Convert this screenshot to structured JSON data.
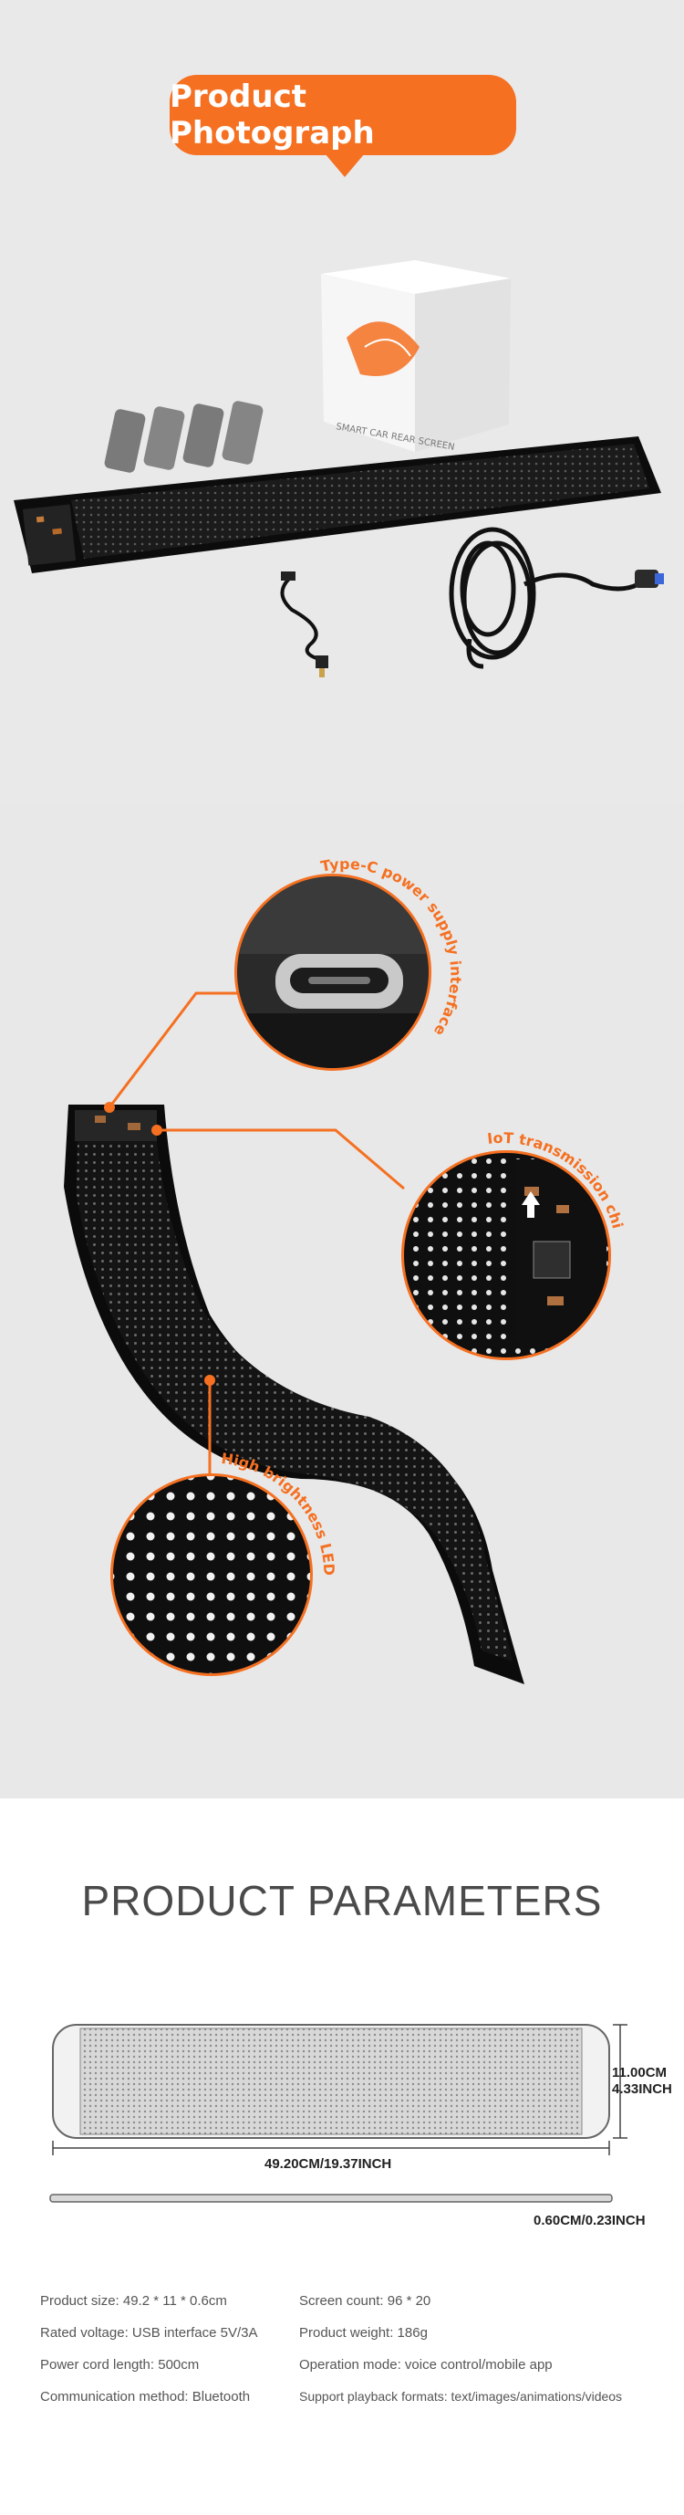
{
  "header": {
    "badge_label": "Product Photograph"
  },
  "package": {
    "box_text": "SMART CAR REAR SCREEN"
  },
  "features": {
    "typec": "Type-C power supply interface",
    "iot": "IoT transmission chip",
    "led": "High brightness LED beads"
  },
  "params": {
    "title": "PRODUCT PARAMETERS",
    "height_cm": "11.00CM",
    "height_inch": "4.33INCH",
    "width_label": "49.20CM/19.37INCH",
    "thickness_label": "0.60CM/0.23INCH"
  },
  "specs": {
    "left": [
      "Product size: 49.2 * 11 * 0.6cm",
      "Rated voltage: USB interface 5V/3A",
      "Power cord length: 500cm",
      "Communication method: Bluetooth"
    ],
    "right": [
      "Screen count: 96 * 20",
      "Product weight: 186g",
      "Operation mode: voice control/mobile app",
      "Support playback formats: text/images/animations/videos"
    ]
  },
  "colors": {
    "accent": "#f57021",
    "text_dark": "#4a4a4a",
    "spec_text": "#555555"
  }
}
